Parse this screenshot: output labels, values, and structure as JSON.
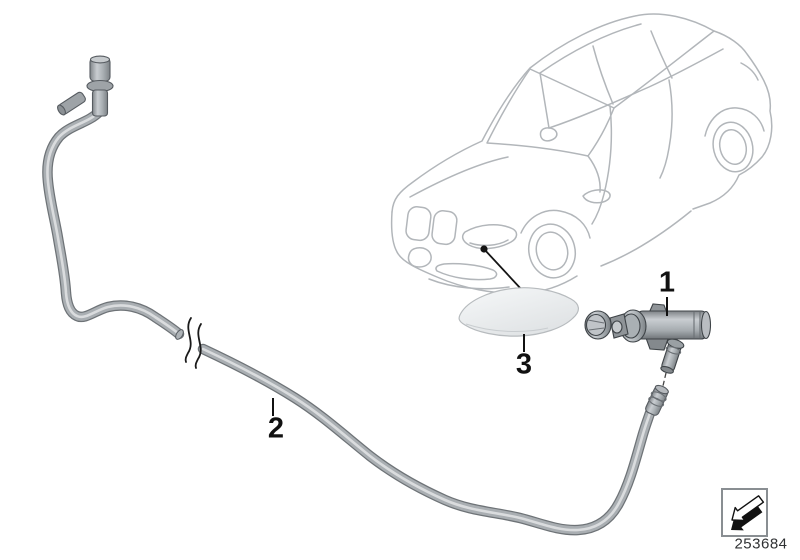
{
  "callouts": {
    "nozzle": "1",
    "hose": "2",
    "cover": "3"
  },
  "drawing_number": "253684",
  "icons": {
    "direction_arrow": "direction-arrow-icon"
  },
  "colors": {
    "background": "#ffffff",
    "car_outline": "#b2b6ba",
    "hose_body": "#a9aeb2",
    "hose_shadow": "#6e7377",
    "hose_highlight": "#dadcde",
    "part_outline": "#3f4448",
    "cover_fill": "#eef0f1",
    "label": "#111111",
    "box_border": "#898e92"
  }
}
